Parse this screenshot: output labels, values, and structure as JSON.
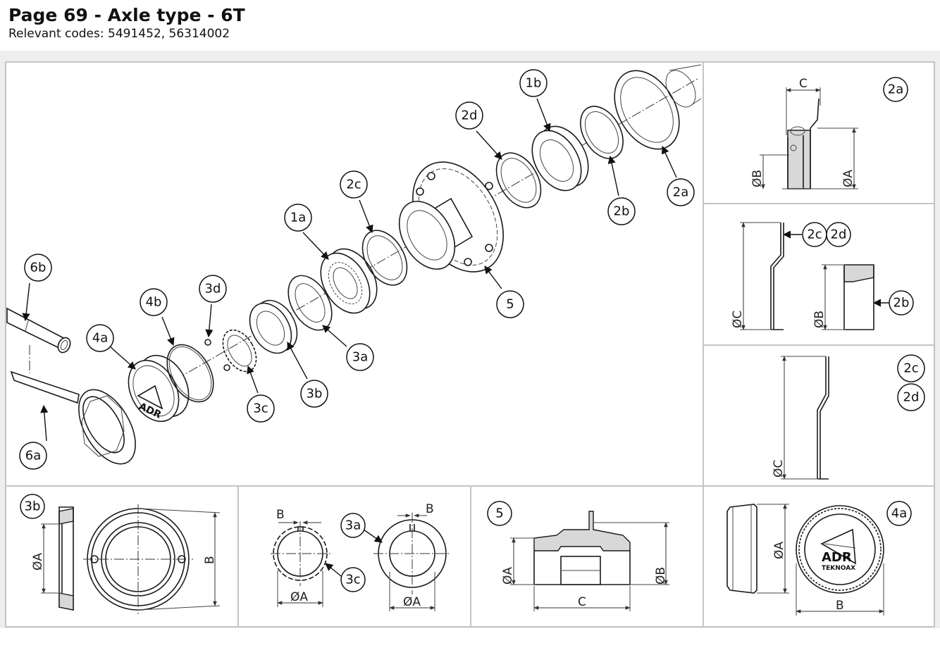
{
  "header": {
    "title": "Page 69 - Axle type - 6T",
    "codes": "Relevant codes: 5491452, 56314002"
  },
  "callouts": {
    "p1a": "1a",
    "p1b": "1b",
    "p2a": "2a",
    "p2b": "2b",
    "p2c": "2c",
    "p2d": "2d",
    "p3a": "3a",
    "p3b": "3b",
    "p3c": "3c",
    "p3d": "3d",
    "p4a": "4a",
    "p4b": "4b",
    "p5": "5",
    "p6a": "6a",
    "p6b": "6b"
  },
  "panels": {
    "seal_2a": {
      "tag": "2a",
      "dim_c": "C",
      "dim_b": "ØB",
      "dim_a": "ØA"
    },
    "rings_2c_2d_2b": {
      "tag_2c": "2c",
      "tag_2d": "2d",
      "tag_2b": "2b",
      "dim_c": "ØC",
      "dim_b": "ØB"
    },
    "ring_2c_2d": {
      "tag_2c": "2c",
      "tag_2d": "2d",
      "dim_c": "ØC"
    },
    "nut_3b": {
      "tag": "3b",
      "dim_a": "ØA",
      "dim_b": "B"
    },
    "washer_3a_3c": {
      "tag_3a": "3a",
      "tag_3c": "3c",
      "dim_b1": "B",
      "dim_b2": "B",
      "dim_a1": "ØA",
      "dim_a2": "ØA"
    },
    "hub_5": {
      "tag": "5",
      "dim_a": "ØA",
      "dim_b": "ØB",
      "dim_c": "C"
    },
    "cap_4a": {
      "tag": "4a",
      "dim_a": "ØA",
      "dim_b": "B",
      "logo": "ADR",
      "logo_sub": "TEKNOAX"
    }
  },
  "logo_main": "ADR"
}
